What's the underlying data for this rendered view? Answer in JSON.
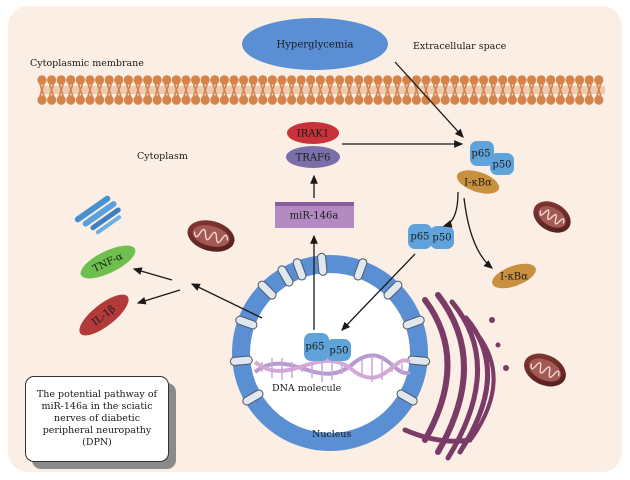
{
  "labels": {
    "hyperglycemia": "Hyperglycemia",
    "extracellular_space": "Extracellular space",
    "cytoplasmic_membrane": "Cytoplasmic membrane",
    "cytoplasm": "Cytoplasm",
    "irak1": "IRAK1",
    "traf6": "TRAF6",
    "mir146a": "miR-146a",
    "p65_top": "p65",
    "p50_top": "p50",
    "ikba_top": "I-κBα",
    "p65_mid": "p65",
    "p50_mid": "p50",
    "ikba_free": "I-κBα",
    "tnf_alpha": "TNF-α",
    "il_1beta": "IL-1β",
    "p65_dna": "p65",
    "p50_dna": "p50",
    "dna_molecule": "DNA molecule",
    "nucleus": "Nucleus"
  },
  "caption": "The potential pathway of miR-146a in the sciatic nerves of diabetic peripheral neuropathy (DPN)",
  "colors": {
    "background": "#fbeee4",
    "membrane": "#d4834a",
    "hyperglycemia": "#5b8fd4",
    "irak1": "#c8323a",
    "traf6": "#7a6fa8",
    "mir146a": "#b48ac2",
    "nfkb": "#5fa3da",
    "ikba": "#c9903f",
    "tnf_alpha": "#6fbf4f",
    "il_1beta": "#b23a3a",
    "nucleus": "#5b8fd4",
    "mitochondria": "#6b2a2a",
    "er": "#7a3c66"
  }
}
